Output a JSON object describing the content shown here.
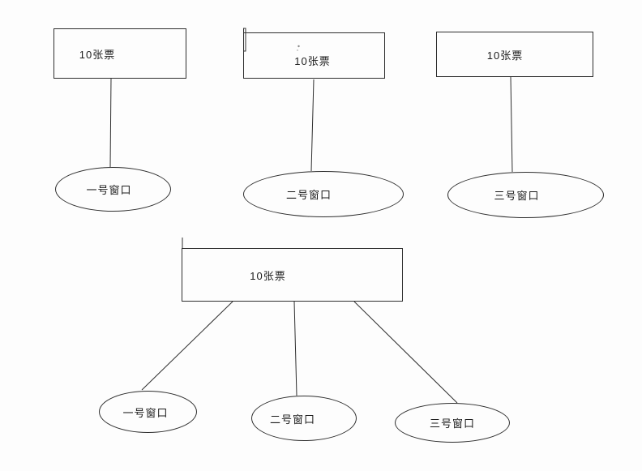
{
  "diagram": {
    "top_groups": [
      {
        "box_label": "10张票",
        "window_label": "一号窗口"
      },
      {
        "box_label": "10张票",
        "window_label": "二号窗口"
      },
      {
        "box_label": "10张票",
        "window_label": "三号窗口"
      }
    ],
    "bottom_group": {
      "box_label": "10张票",
      "windows": [
        {
          "label": "一号窗口"
        },
        {
          "label": "二号窗口"
        },
        {
          "label": "三号窗口"
        }
      ]
    },
    "colors": {
      "line": "#2e2e2e",
      "text": "#1c1c1c",
      "background": "#fdfdfd"
    }
  }
}
